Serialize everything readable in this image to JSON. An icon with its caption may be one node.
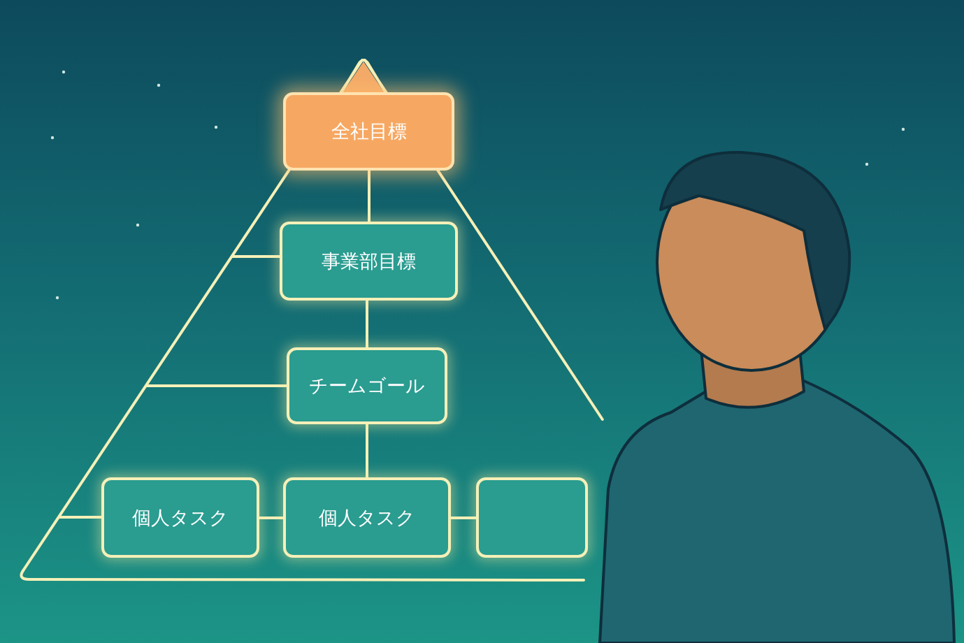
{
  "diagram": {
    "nodes": [
      {
        "text": [
          "全社目標"
        ]
      },
      {
        "text": [
          "事業部目標"
        ]
      },
      {
        "text": [
          "チームゴール"
        ]
      },
      {
        "text": [
          "個人タスク"
        ]
      },
      {
        "text": [
          "個人タスク"
        ]
      },
      {
        "text": [],
        "shape": "box"
      }
    ],
    "edges": [
      {
        "from": 0,
        "to": 1,
        "arrow": "none"
      },
      {
        "from": 1,
        "to": 2,
        "arrow": "none"
      },
      {
        "from": 2,
        "to": 4,
        "arrow": "none"
      },
      {
        "from": 3,
        "to": 4,
        "arrow": "none"
      },
      {
        "from": 4,
        "to": 5,
        "arrow": "none"
      }
    ]
  }
}
